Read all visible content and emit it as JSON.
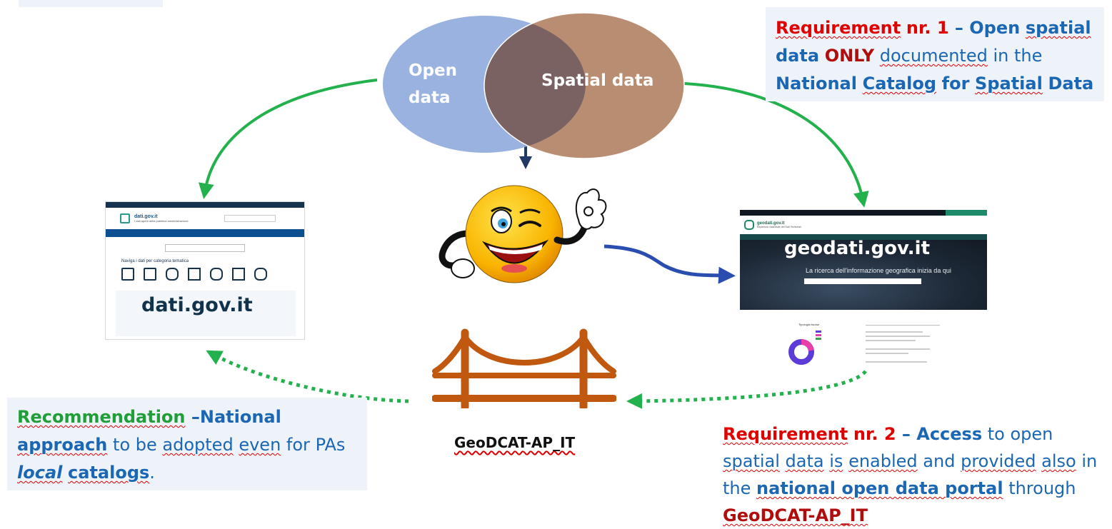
{
  "venn": {
    "left_label": "Open data",
    "right_label": "Spatial data",
    "left_color": "#8eaadb",
    "right_color": "#b4876a"
  },
  "req1": {
    "prefix": "Requirement",
    "nr": "nr. 1",
    "dash": " – ",
    "open": "Open",
    "spatial": "spatial",
    "data": "data",
    "only": "ONLY",
    "documented": "documented",
    "in_the": "in the",
    "catalog": "National",
    "catalog2": "Catalog",
    "for": "for",
    "spatial2": "Spatial",
    "data2": "Data"
  },
  "req2": {
    "prefix": "Requirement",
    "nr": "nr. 2",
    "dash": " – ",
    "access": "Access",
    "to_open": "to open",
    "spatial": "spatial",
    "data": "data",
    "is": "is",
    "enabled": "enabled",
    "and": "and",
    "provided": "provided",
    "also": "also",
    "in_the": "in the",
    "national_portal": "national open data portal",
    "through": "through",
    "geodcat": "GeoDCAT-AP_IT"
  },
  "rec": {
    "recommendation": "Recommendation",
    "dash": " –",
    "national": "National",
    "approach": "approach",
    "to_be": "to be",
    "adopted": "adopted",
    "even": "even",
    "for": "for",
    "pas": "PAs",
    "local": "local",
    "catalogs": "catalogs",
    "period": "."
  },
  "dati": {
    "overlay": "dati.gov.it",
    "logo": "dati.gov.it",
    "tagline": "I dati aperti della pubblica amministrazione",
    "section": "Naviga i dati per categoria tematica"
  },
  "geo": {
    "overlay": "geodati.gov.it",
    "logo": "geodati.gov.it",
    "tagline": "Repertorio Nazionale dei Dati Territoriali",
    "search_caption": "La ricerca dell'informazione geografica inizia da qui",
    "chart_title": "Tipologia risorse"
  },
  "bridge": {
    "label": "GeoDCAT-AP_IT",
    "color": "#c0590f"
  },
  "colors": {
    "green_arrow": "#22b14c",
    "navy_arrow": "#1f3864",
    "blue_arrow": "#2a4db0"
  }
}
